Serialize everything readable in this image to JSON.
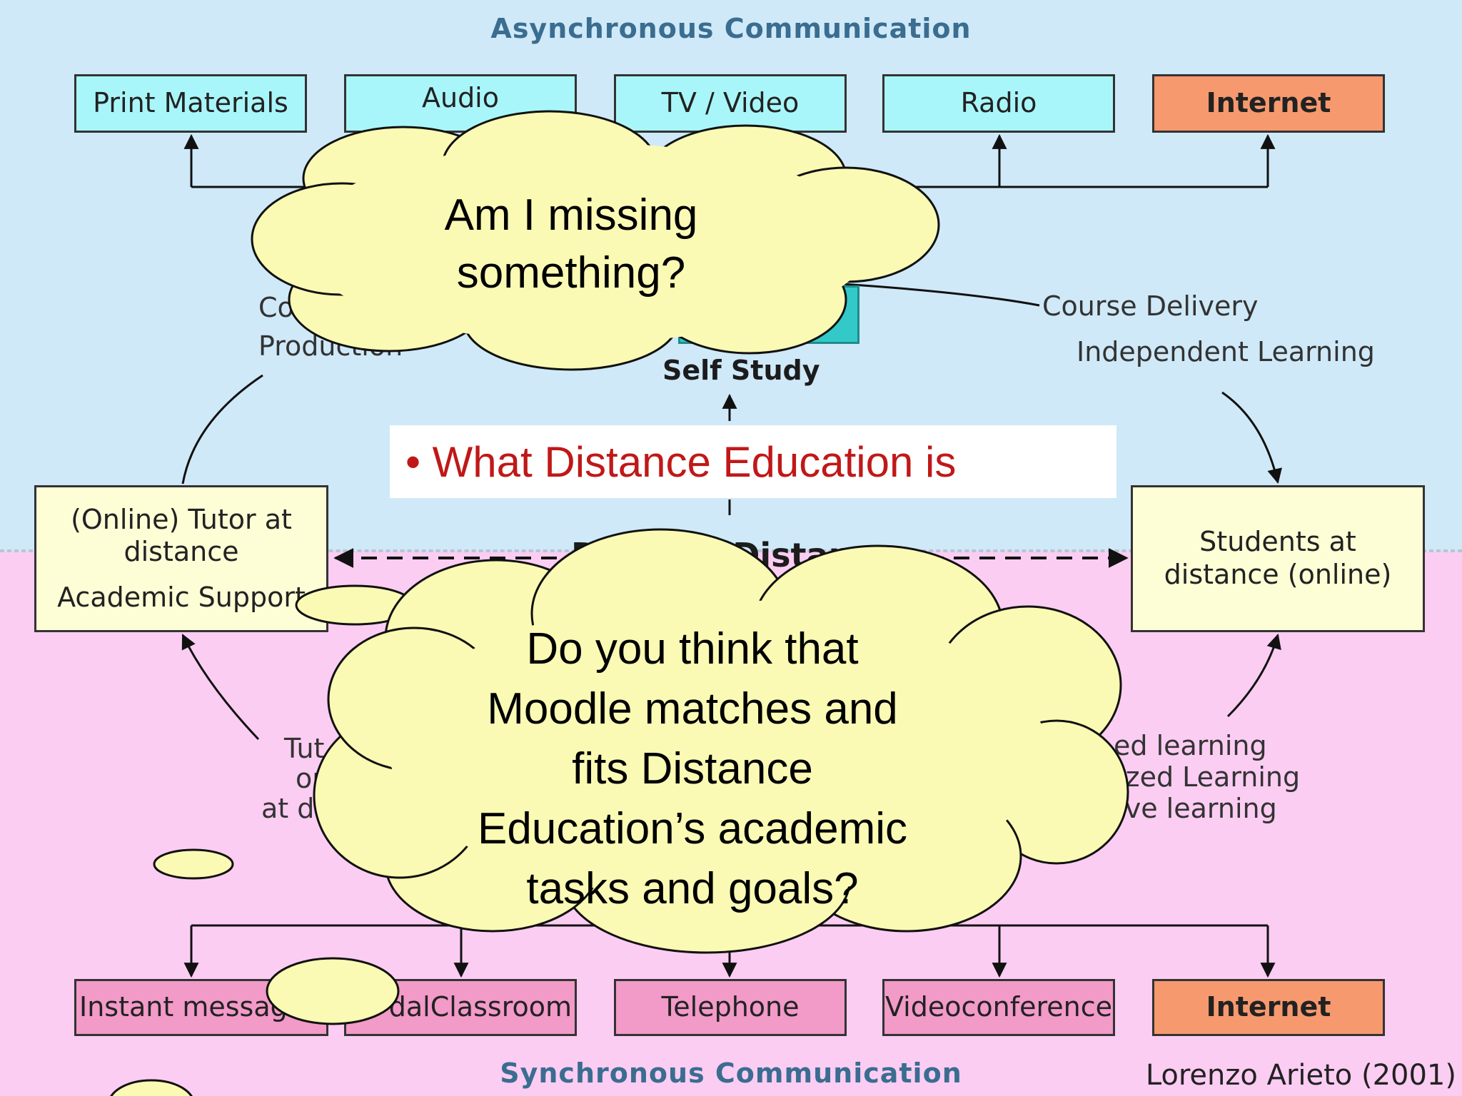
{
  "diagram": {
    "async_title": "Asynchronous Communication",
    "sync_title": "Synchronous Communication",
    "async_channels": [
      "Print Materials",
      "Audio",
      "TV / Video",
      "Radio",
      "Internet"
    ],
    "sync_channels": [
      "Instant messag",
      "dalClassroom",
      "Telephone",
      "Videoconference",
      "Internet"
    ],
    "tutor": {
      "line1": "(Online) Tutor at",
      "line2": "distance",
      "line3": "Academic Support"
    },
    "students": {
      "line1": "Students at",
      "line2": "distance (online)"
    },
    "labels": {
      "course_production_fragment": "Co",
      "production": "Production",
      "self_study": "Self Study",
      "course_delivery": "Course Delivery",
      "independent_learning": "Independent Learning",
      "didactic_distance": "Didactic Distance",
      "tutor_left_1": "Tut",
      "tutor_left_2": "onli",
      "tutor_left_3": "at dis",
      "right_learning_1": "ed learning",
      "right_learning_2": "nized Learning",
      "right_learning_3": "borative learning"
    },
    "credit": "Lorenzo Arieto (2001)"
  },
  "overlay": {
    "cloud_top": {
      "line1": "Am I missing",
      "line2": "something?"
    },
    "bullet_text": "• What Distance Education is",
    "cloud_bottom": {
      "line1": "Do you think that",
      "line2": "Moodle matches and",
      "line3": "fits Distance",
      "line4": "Education’s academic",
      "line5": "tasks and goals?"
    }
  },
  "colors": {
    "async_bg": "#cfe9f8",
    "sync_bg": "#fccdf3",
    "cyan_box": "#a9f6fa",
    "orange_box": "#f7996e",
    "pink_box": "#f29ac8",
    "cream_box": "#fdfdd6",
    "cloud_fill": "#fafab4",
    "async_title_color": "#3a6d90",
    "sync_title_color": "#3a6d90",
    "bullet_color": "#c01818"
  }
}
